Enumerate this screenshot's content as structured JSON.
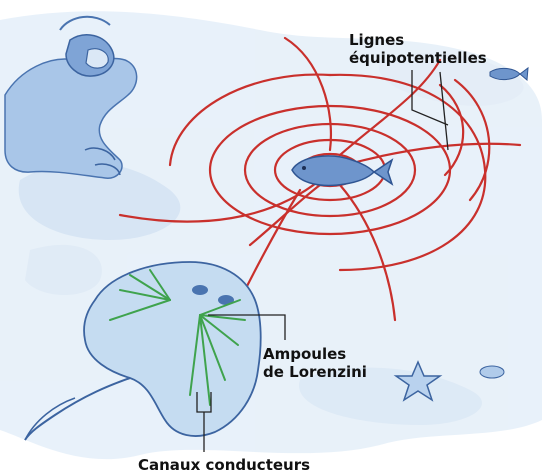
{
  "labels": {
    "equipotential": {
      "line1": "Lignes",
      "line2": "équipotentielles"
    },
    "ampullae": {
      "line1": "Ampoules",
      "line2": "de Lorenzini"
    },
    "canals": "Canaux conducteurs"
  },
  "colors": {
    "field_lines": "#c9302c",
    "water": "#9ec2e4",
    "water_dark": "#5b8ec6",
    "diver": "#5a86c4",
    "ray_veins": "#3fa34d",
    "leader_lines": "#222222"
  },
  "icons": [
    "diver-icon",
    "fish-icon",
    "ray-icon",
    "starfish-icon",
    "small-fish-icon"
  ]
}
